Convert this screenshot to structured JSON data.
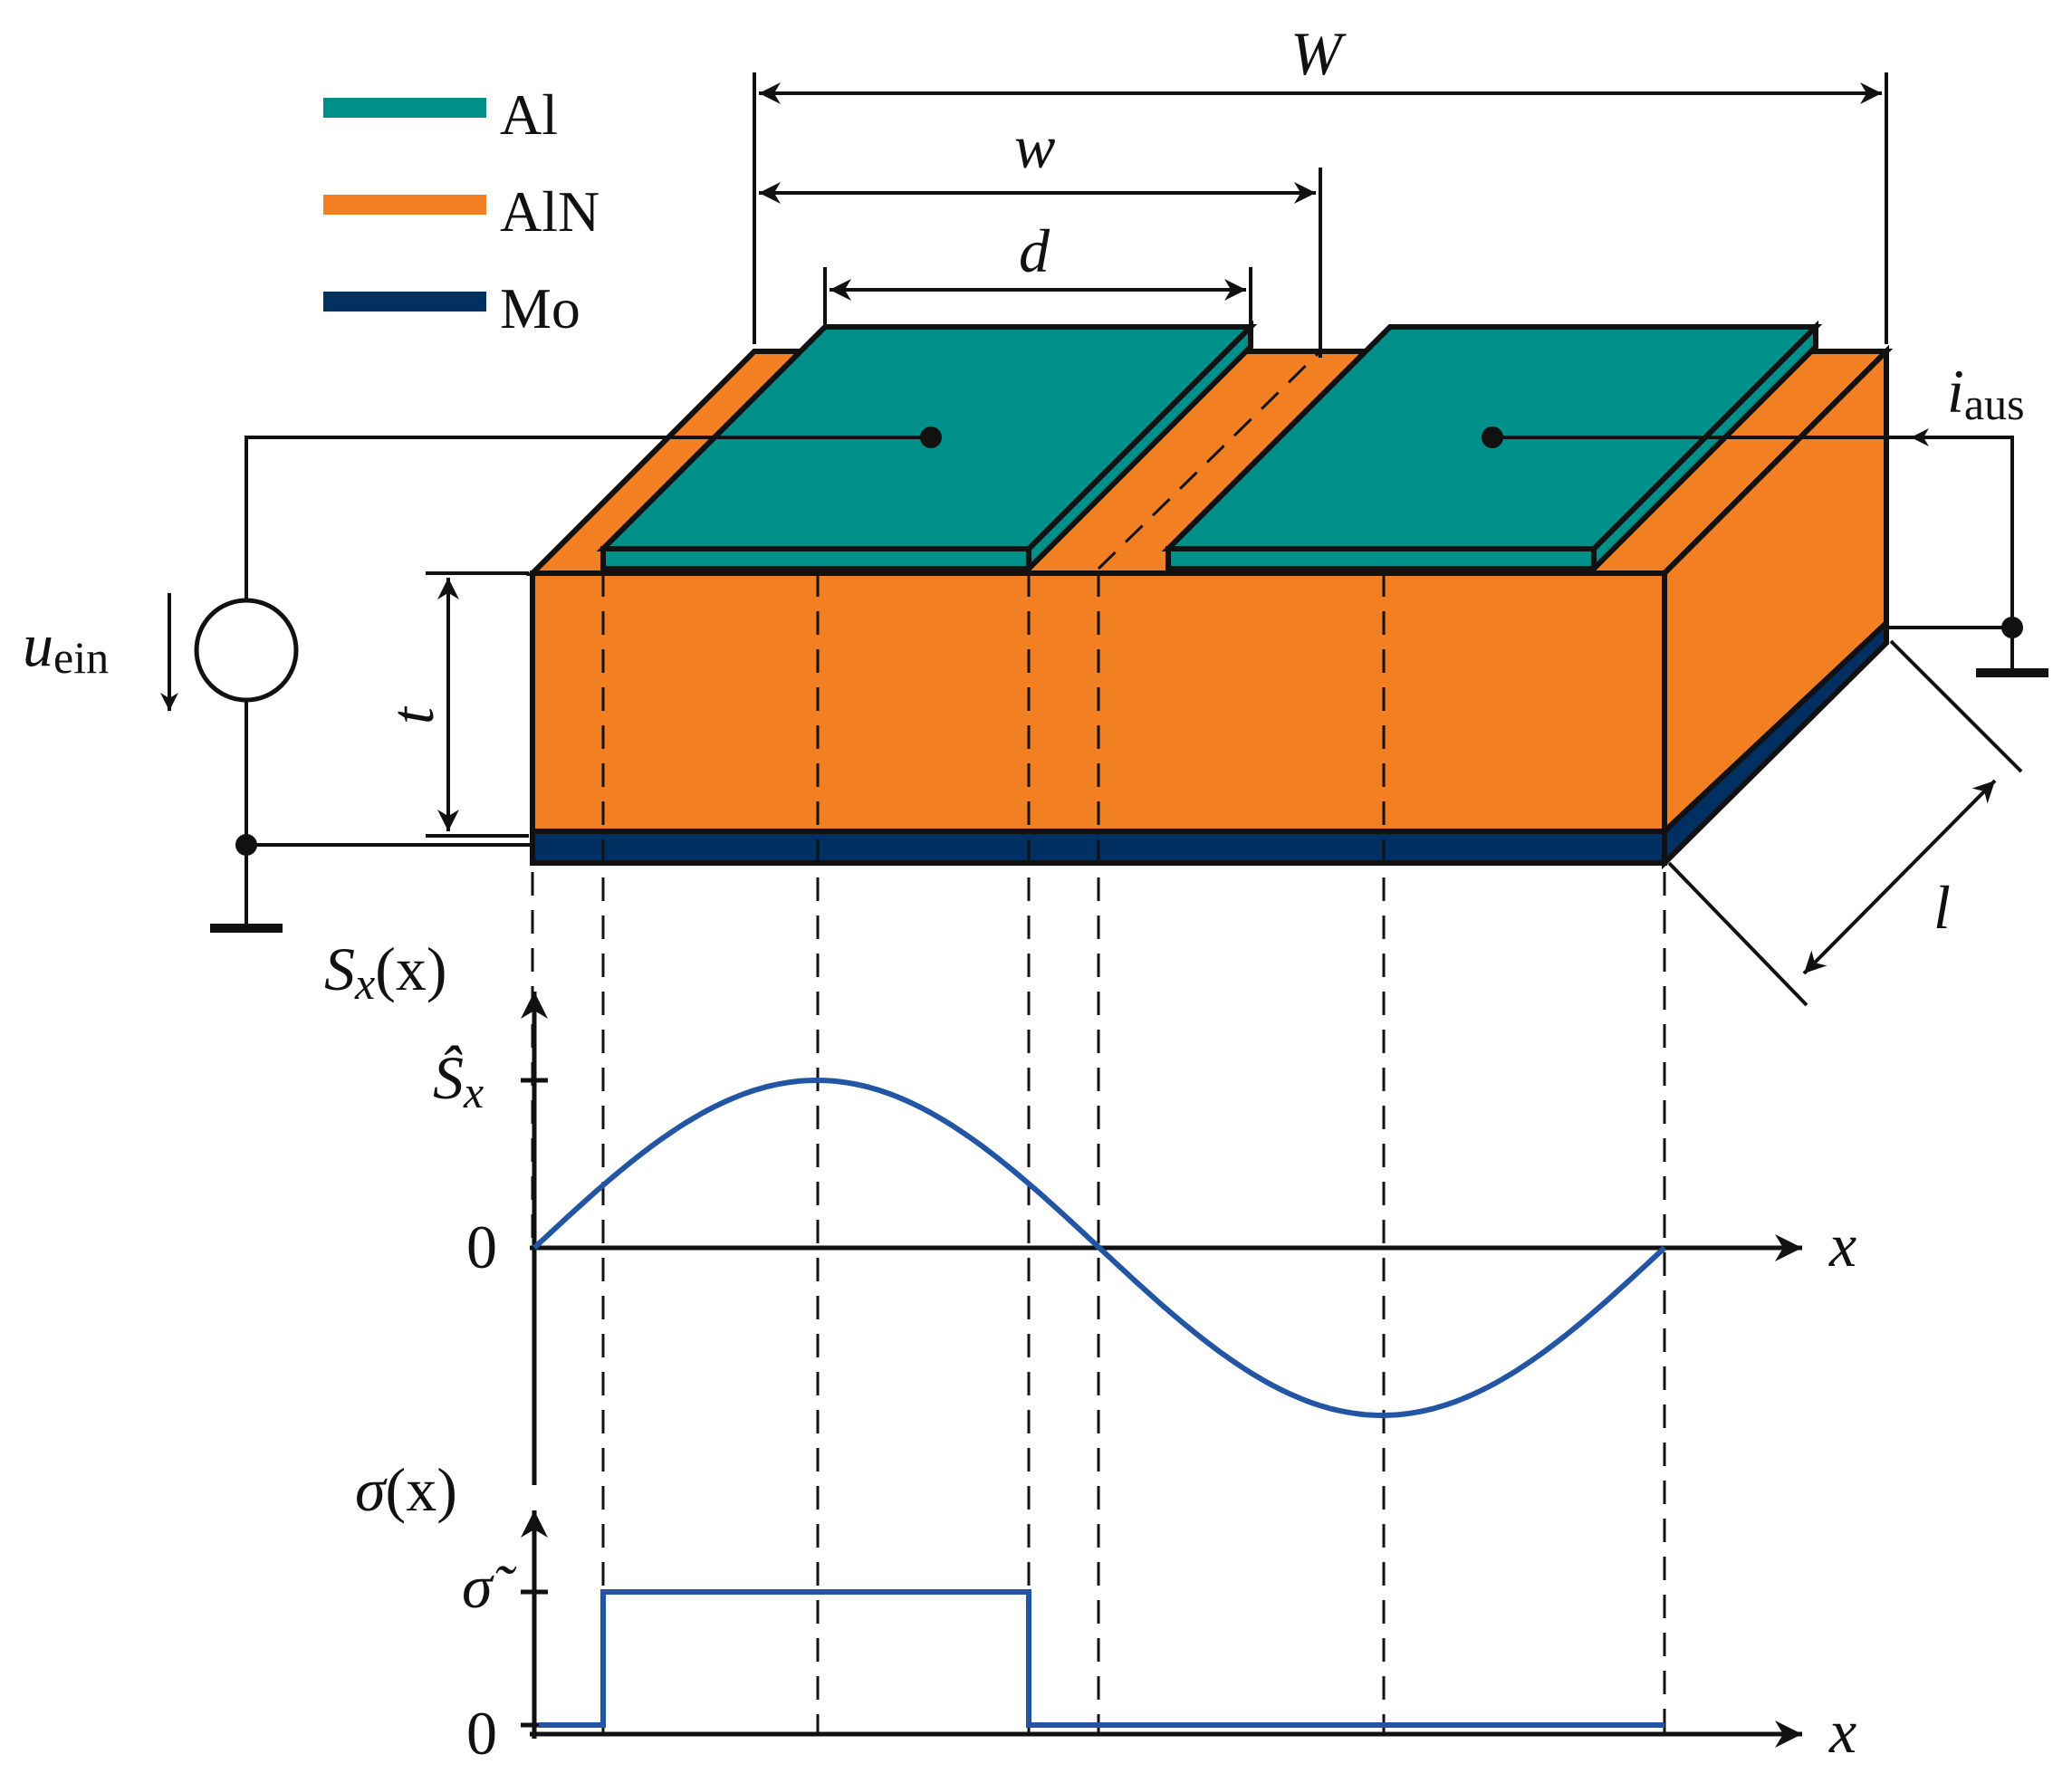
{
  "legend": [
    {
      "label": "Al",
      "color": "#009089"
    },
    {
      "label": "AlN",
      "color": "#F28022"
    },
    {
      "label": "Mo",
      "color": "#003062"
    }
  ],
  "dimensions": {
    "W": "W",
    "w": "w",
    "d": "d",
    "t": "t",
    "l": "l"
  },
  "circuit": {
    "u_ein_symbol": "u",
    "u_ein_sub": "ein",
    "i_aus_symbol": "i",
    "i_aus_sub": "aus"
  },
  "strain_plot": {
    "ylabel": "S_x(x)",
    "ylabel_S": "S",
    "ylabel_sub": "x",
    "ylabel_args": "(x)",
    "peak_label": "Ŝ",
    "peak_sub": "x",
    "zero_label": "0",
    "xlabel": "x"
  },
  "charge_plot": {
    "ylabel_sigma": "σ",
    "ylabel_args": "(x)",
    "peak_label": "σ̃",
    "zero_label": "0",
    "xlabel": "x"
  },
  "colors": {
    "al": "#009089",
    "aln": "#F28022",
    "mo": "#003062",
    "curve": "#2255A4",
    "line": "#111111"
  }
}
